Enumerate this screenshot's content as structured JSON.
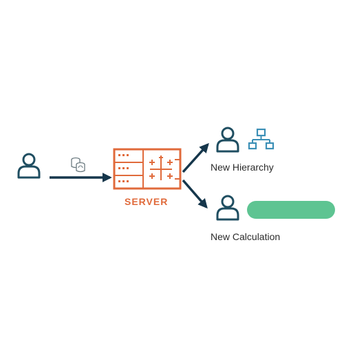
{
  "colors": {
    "person": "#1f4e61",
    "arrow": "#15364b",
    "server": "#e06a3b",
    "hierarchy": "#3b8fb6",
    "calculation": "#5ec492",
    "dataIcon": "#6b7a80"
  },
  "icons": {
    "source_user": "user-icon",
    "data_source": "database-sync-icon",
    "server": "server-rack-icon",
    "hierarchy_user": "user-icon",
    "hierarchy": "hierarchy-icon",
    "calculation_user": "user-icon",
    "calculation": "calculation-pill-icon"
  },
  "server": {
    "label": "SERVER"
  },
  "outputs": {
    "hierarchy_label": "New Hierarchy",
    "calculation_label": "New Calculation"
  }
}
